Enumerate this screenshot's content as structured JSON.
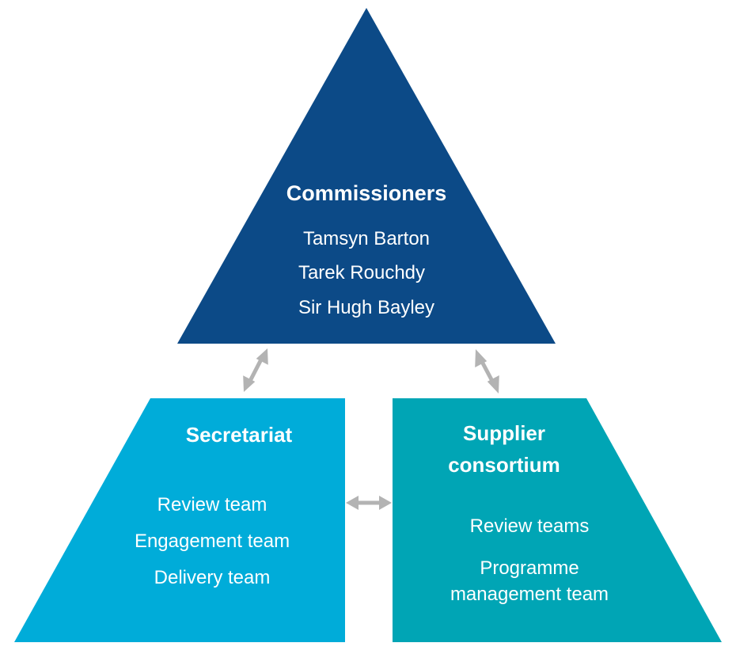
{
  "colors": {
    "commissioners_fill": "#0c4a87",
    "secretariat_fill": "#00acd9",
    "supplier_fill": "#00a5b5",
    "arrow": "#b3b3b3",
    "text": "#ffffff"
  },
  "commissioners": {
    "title": "Commissioners",
    "members": [
      "Tamsyn Barton",
      "Tarek Rouchdy",
      "Sir Hugh Bayley"
    ]
  },
  "secretariat": {
    "title": "Secretariat",
    "teams": [
      "Review team",
      "Engagement team",
      "Delivery team"
    ]
  },
  "supplier": {
    "title_lines": [
      "Supplier",
      "consortium"
    ],
    "teams": [
      "Review teams"
    ],
    "programme_lines": [
      "Programme",
      "management team"
    ]
  },
  "connections": [
    {
      "from": "commissioners",
      "to": "secretariat",
      "type": "bidirectional"
    },
    {
      "from": "commissioners",
      "to": "supplier",
      "type": "bidirectional"
    },
    {
      "from": "secretariat",
      "to": "supplier",
      "type": "bidirectional"
    }
  ]
}
